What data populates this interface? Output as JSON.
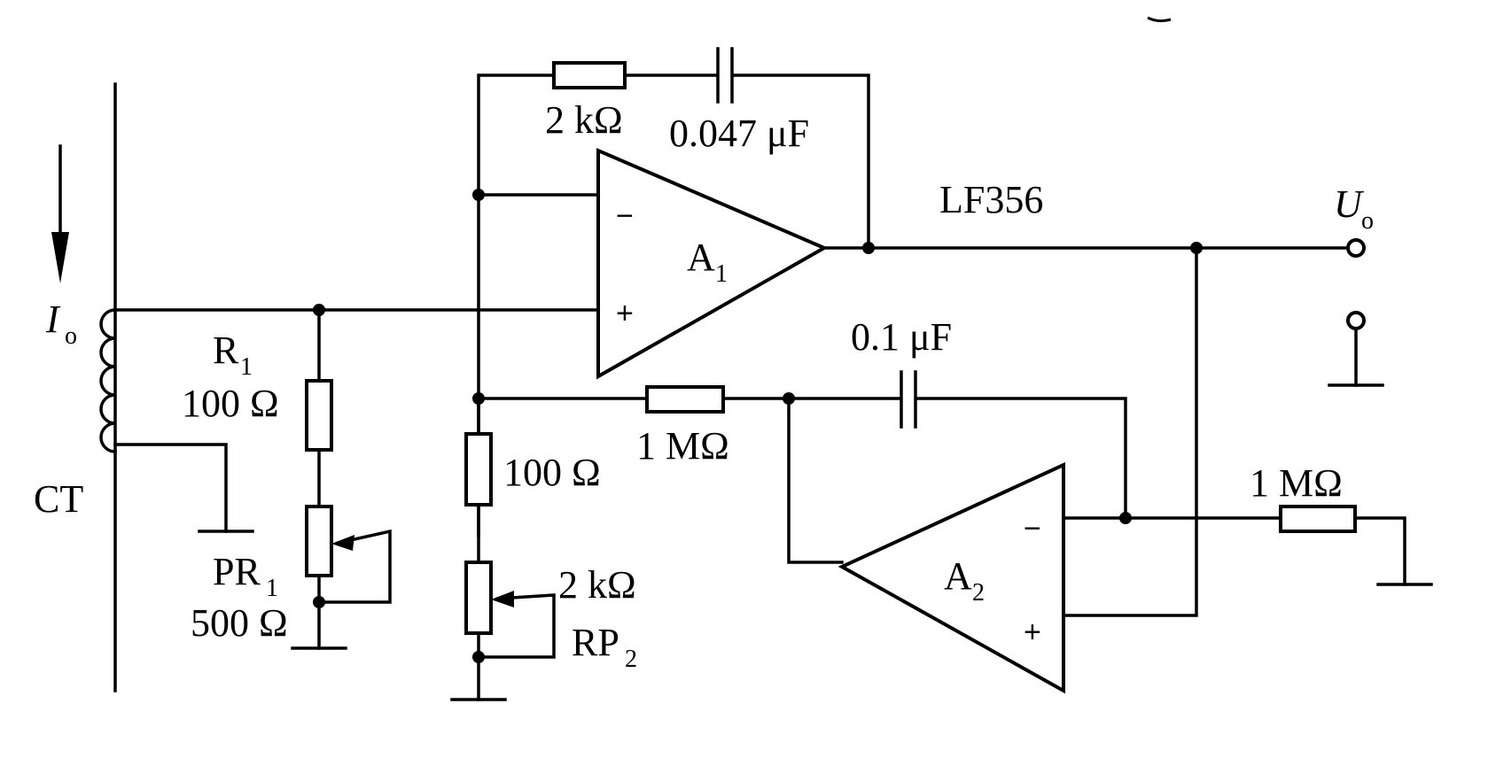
{
  "diagram": {
    "labels": {
      "r_fb_a1": "2 kΩ",
      "c_fb_a1": "0.047 μF",
      "opamp_type": "LF356",
      "a1": "A",
      "a1_sub": "1",
      "a2": "A",
      "a2_sub": "2",
      "output": "U",
      "output_sub": "o",
      "input_current": "I",
      "input_current_sub": "o",
      "ct": "CT",
      "r1": "R",
      "r1_sub": "1",
      "r1_value": "100 Ω",
      "pr1": "PR",
      "pr1_sub": "1",
      "pr1_value": "500 Ω",
      "r_100": "100 Ω",
      "rp2_value": "2 kΩ",
      "rp2": "RP",
      "rp2_sub": "2",
      "r_1m_a": "1 MΩ",
      "c_01": "0.1 μF",
      "r_1m_b": "1 MΩ",
      "minus": "−",
      "plus": "+"
    }
  }
}
